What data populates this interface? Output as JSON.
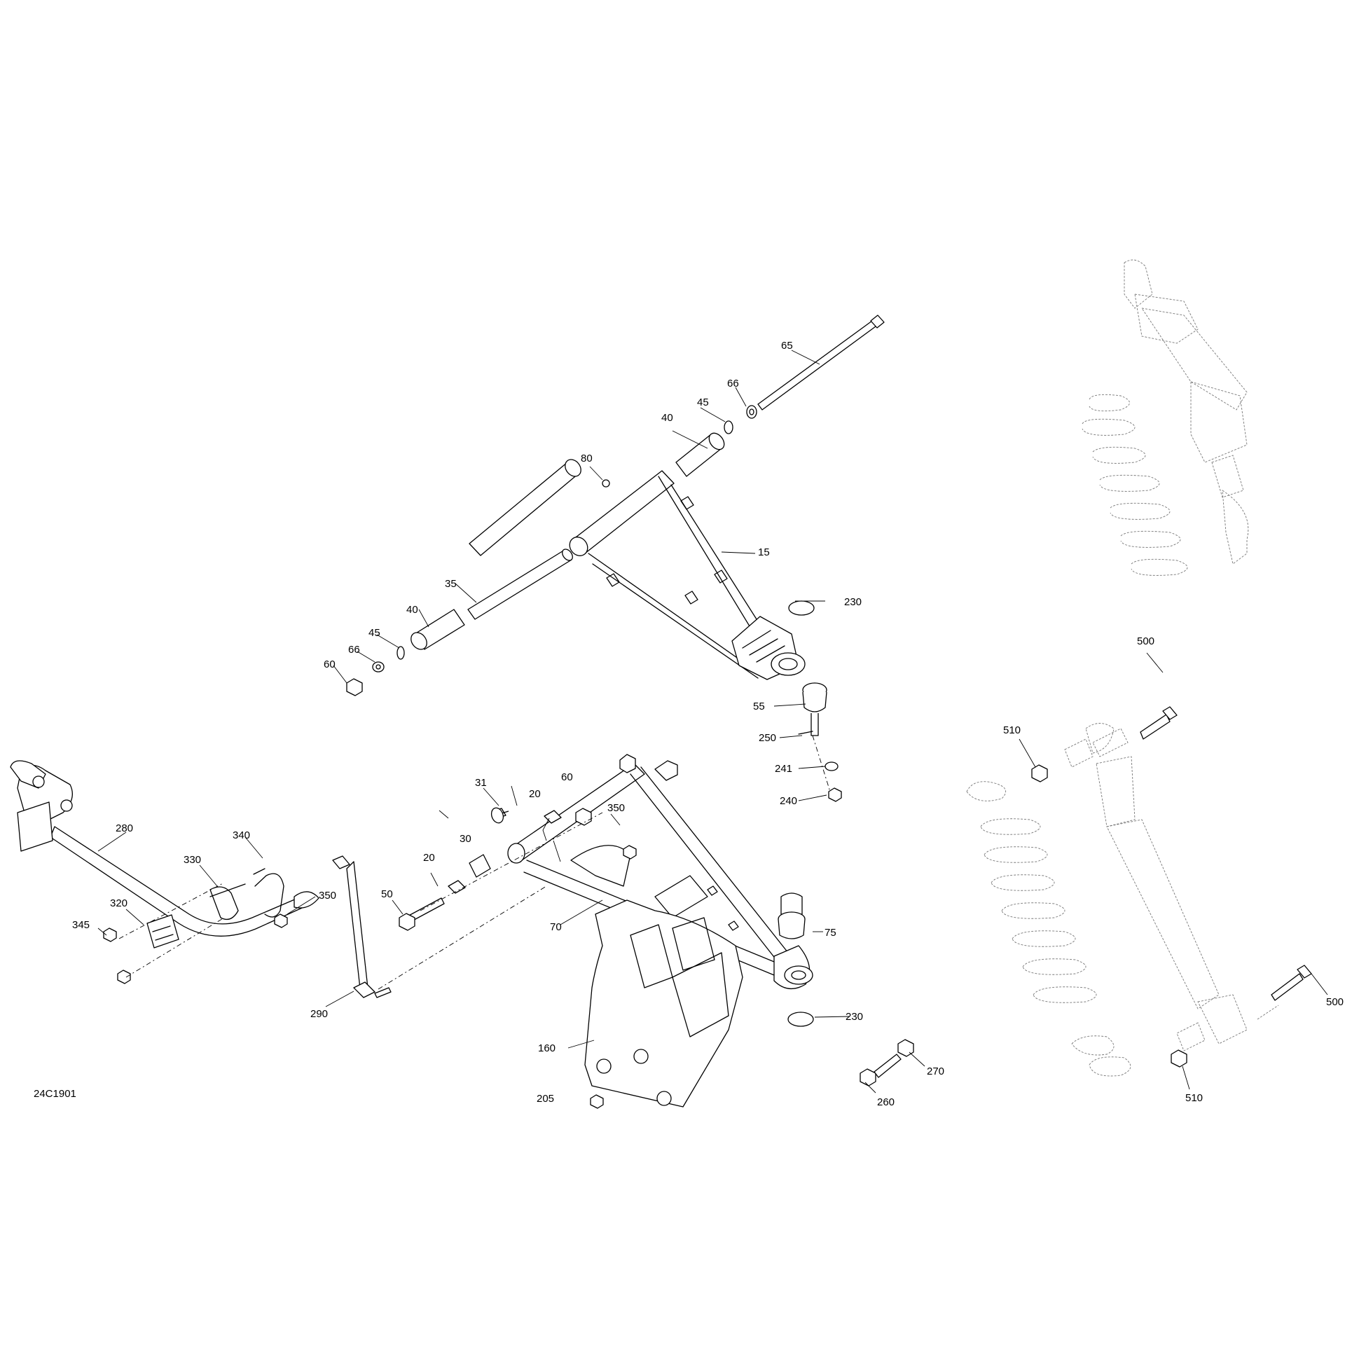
{
  "drawing_id": "24C1901",
  "callouts": {
    "c15": "15",
    "c20a": "20",
    "c20b": "20",
    "c30": "30",
    "c31": "31",
    "c35": "35",
    "c40a": "40",
    "c40b": "40",
    "c45a": "45",
    "c45b": "45",
    "c50": "50",
    "c55": "55",
    "c60a": "60",
    "c60b": "60",
    "c65": "65",
    "c66a": "66",
    "c66b": "66",
    "c70": "70",
    "c75": "75",
    "c80": "80",
    "c160": "160",
    "c205": "205",
    "c230a": "230",
    "c230b": "230",
    "c240": "240",
    "c241": "241",
    "c250": "250",
    "c260": "260",
    "c270": "270",
    "c280": "280",
    "c290": "290",
    "c320": "320",
    "c330": "330",
    "c340": "340",
    "c345": "345",
    "c350a": "350",
    "c350b": "350",
    "c500a": "500",
    "c500b": "500",
    "c510a": "510",
    "c510b": "510"
  }
}
